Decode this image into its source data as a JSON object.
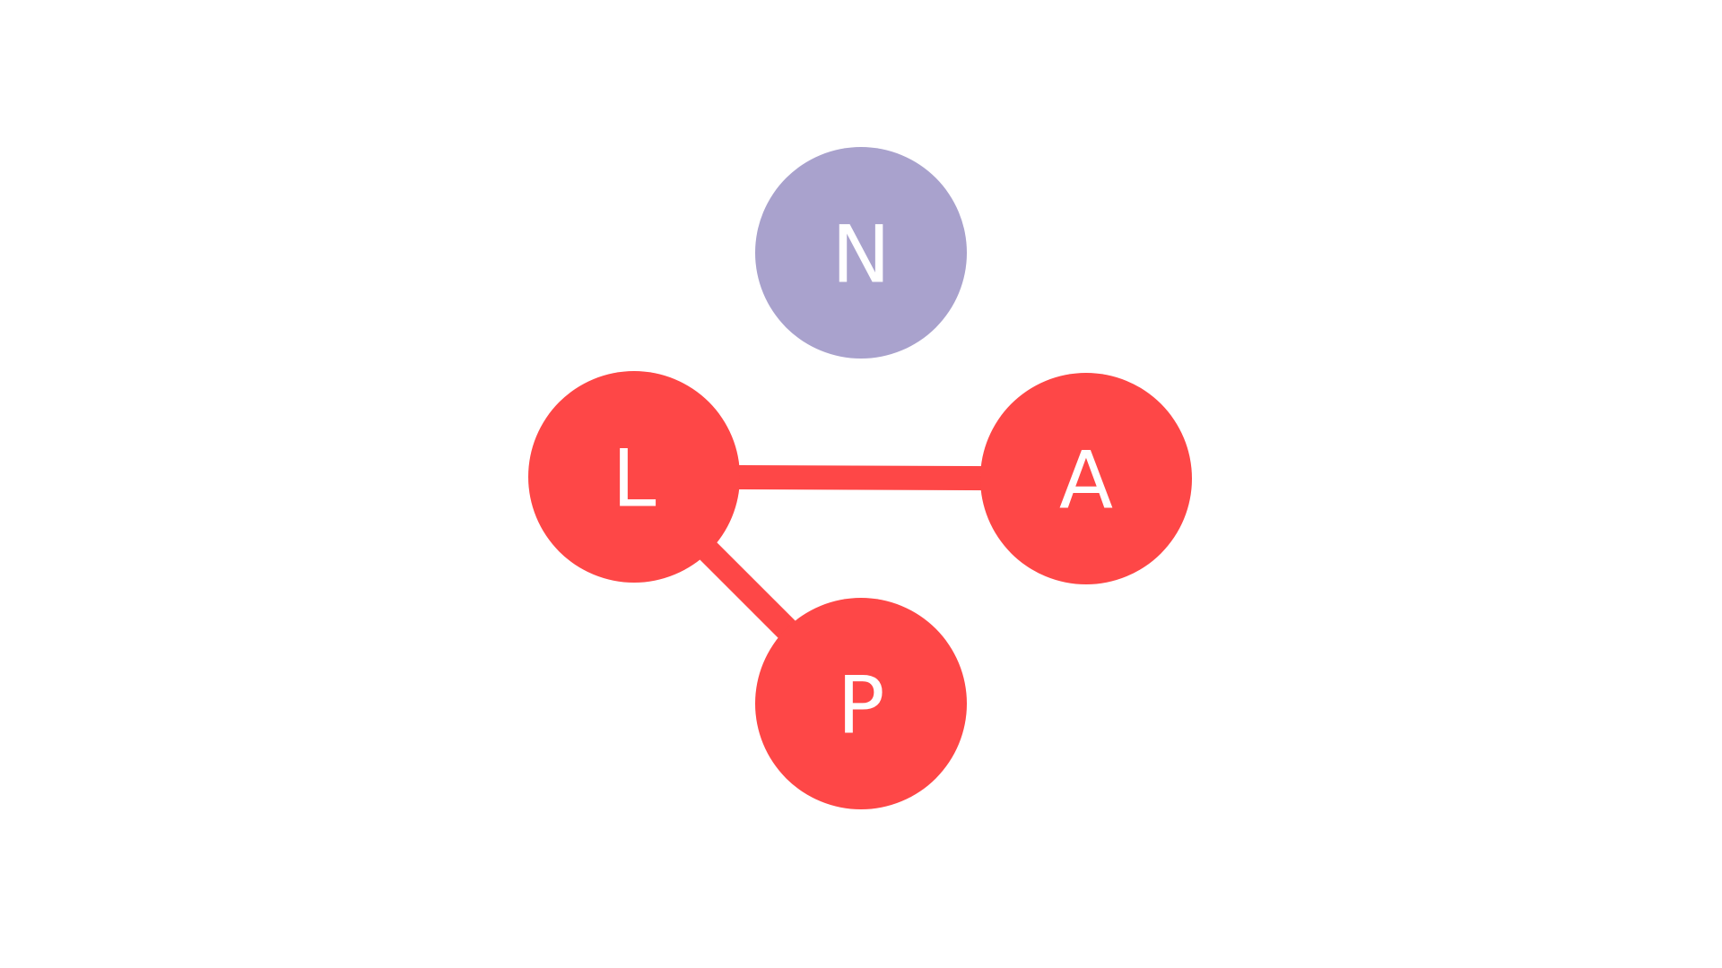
{
  "colors": {
    "background": "#ffffff",
    "active": "#fe4747",
    "inactive": "#a9a2cd",
    "label": "#ffffff"
  },
  "nodes": [
    {
      "id": "N",
      "label": "N",
      "state": "inactive"
    },
    {
      "id": "L",
      "label": "L",
      "state": "active"
    },
    {
      "id": "A",
      "label": "A",
      "state": "active"
    },
    {
      "id": "P",
      "label": "P",
      "state": "active"
    }
  ],
  "edges": [
    {
      "from": "L",
      "to": "A"
    },
    {
      "from": "L",
      "to": "P"
    }
  ]
}
